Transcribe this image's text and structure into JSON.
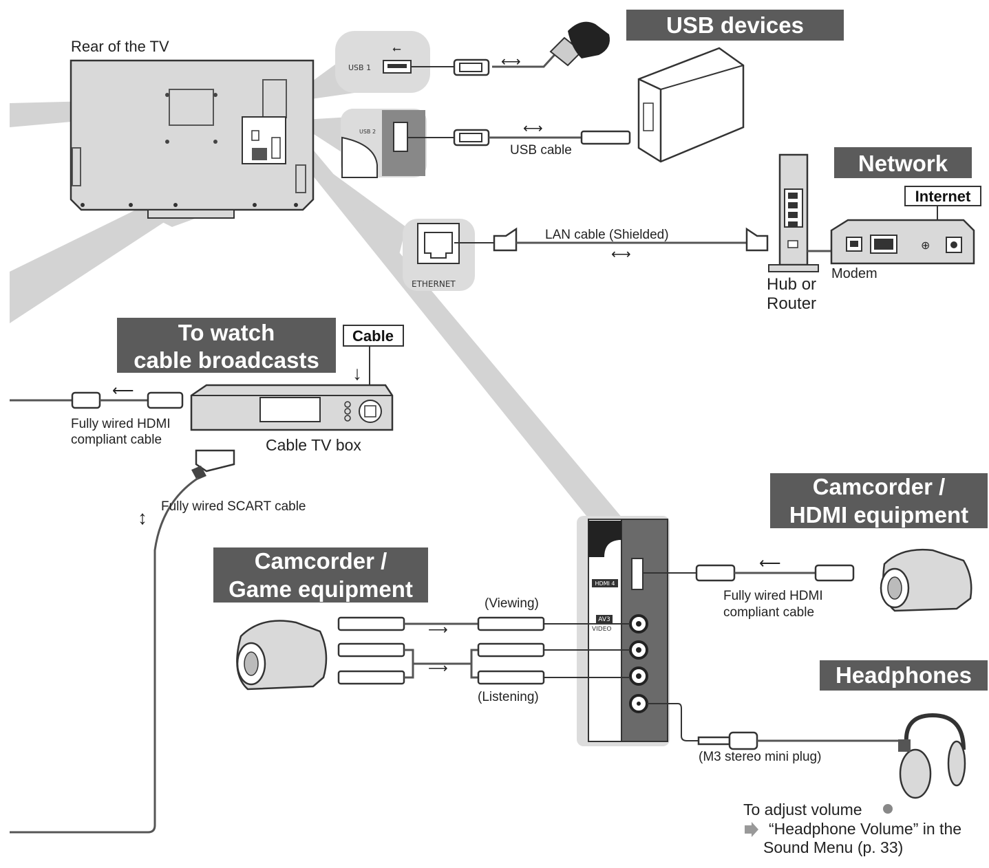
{
  "labels": {
    "rear_of_tv": "Rear of the TV",
    "usb_devices": "USB devices",
    "usb1_port": "USB 1",
    "usb2_port": "USB 2",
    "usb_cable": "USB cable",
    "network": "Network",
    "internet": "Internet",
    "lan_cable": "LAN cable (Shielded)",
    "ethernet_port": "ETHERNET",
    "hub_line1": "Hub or",
    "hub_line2": "Router",
    "modem": "Modem",
    "cable_broadcasts_line1": "To watch",
    "cable_broadcasts_line2": "cable broadcasts",
    "cable": "Cable",
    "cable_tv_box": "Cable TV box",
    "hdmi_cable_line1": "Fully wired HDMI",
    "hdmi_cable_line2": "compliant cable",
    "scart_cable": "Fully wired SCART cable",
    "camcorder_game_line1": "Camcorder /",
    "camcorder_game_line2": "Game equipment",
    "camcorder_hdmi_line1": "Camcorder /",
    "camcorder_hdmi_line2": "HDMI equipment",
    "hdmi4_port": "HDMI 4",
    "av3_port": "AV3",
    "video_port": "VIDEO",
    "viewing": "(Viewing)",
    "listening": "(Listening)",
    "headphones": "Headphones",
    "mini_plug": "(M3 stereo mini plug)",
    "adjust_volume": "To adjust volume",
    "headphone_volume_line1": "“Headphone Volume” in the",
    "headphone_volume_line2": "Sound Menu (p. 33)"
  },
  "colors": {
    "header_bg": "#5b5b5b",
    "header_text": "#ffffff",
    "beam": "#d3d3d3",
    "device_fill": "#d9d9d9"
  }
}
